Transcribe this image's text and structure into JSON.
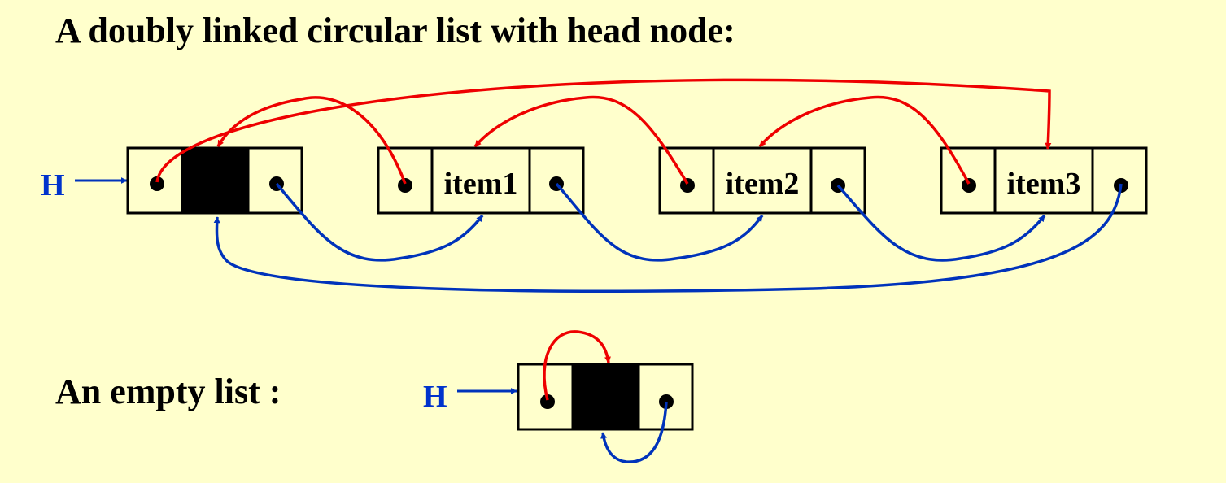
{
  "heading": "A doubly linked circular list with head node:",
  "empty_label": "An empty list :",
  "head_pointer_label": "H",
  "nodes": [
    {
      "data": ""
    },
    {
      "data": "item1"
    },
    {
      "data": "item2"
    },
    {
      "data": "item3"
    }
  ],
  "colors": {
    "background": "#FFFFCC",
    "prev_link": "#EE0000",
    "next_link": "#0033BB",
    "head_label": "#0033CC",
    "head_data_fill": "#000000"
  }
}
